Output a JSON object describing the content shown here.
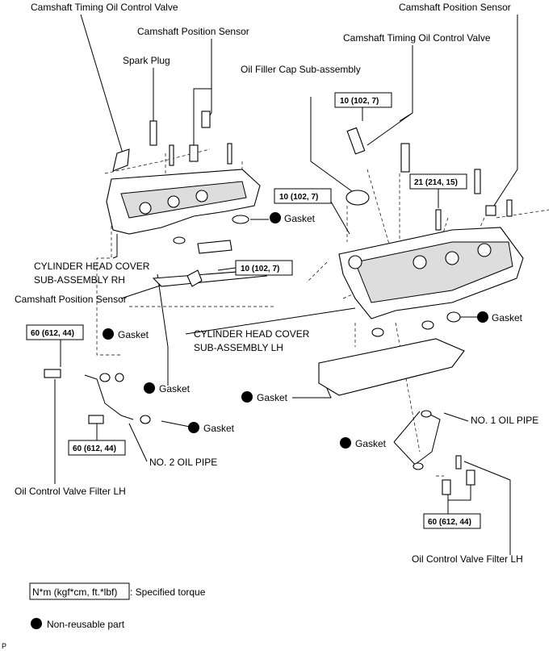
{
  "labels": {
    "cam_timing_ocv_rh": "Camshaft Timing Oil Control Valve",
    "cam_pos_sensor_top": "Camshaft Position Sensor",
    "spark_plug": "Spark Plug",
    "oil_filler_cap": "Oil Filler Cap Sub-assembly",
    "cam_timing_ocv_lh": "Camshaft Timing Oil Control Valve",
    "cam_pos_sensor_right": "Camshaft Position Sensor",
    "cyl_head_cover_rh_1": "CYLINDER HEAD COVER",
    "cyl_head_cover_rh_2": "SUB-ASSEMBLY RH",
    "cam_pos_sensor_left": "Camshaft Position Sensor",
    "cyl_head_cover_lh_1": "CYLINDER HEAD COVER",
    "cyl_head_cover_lh_2": "SUB-ASSEMBLY LH",
    "no1_oil_pipe": "NO. 1 OIL PIPE",
    "no2_oil_pipe": "NO. 2 OIL PIPE",
    "ocv_filter_left": "Oil Control Valve Filter LH",
    "ocv_filter_right": "Oil Control Valve Filter LH"
  },
  "torques": [
    "10 (102, 7)",
    "10 (102, 7)",
    "21 (214, 15)",
    "10 (102, 7)",
    "60 (612, 44)",
    "60 (612, 44)",
    "60 (612, 44)"
  ],
  "gasket_label": "Gasket",
  "legend": {
    "torque_unit": "N*m (kgf*cm, ft.*lbf)",
    "torque_desc": ": Specified torque",
    "nonreusable": "Non-reusable part"
  },
  "footer_code": "P"
}
